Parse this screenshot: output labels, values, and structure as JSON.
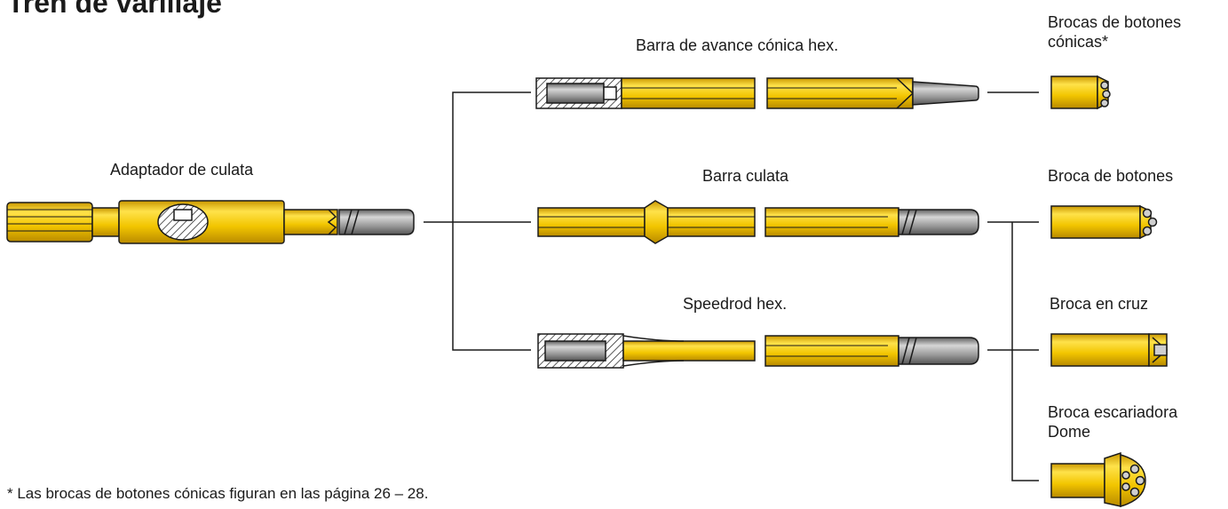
{
  "title": "Tren de varillaje",
  "components": {
    "shank_adapter": "Adaptador de culata",
    "rod_tapered_hex": "Barra de avance cónica hex.",
    "rod_shank": "Barra culata",
    "rod_speedrod": "Speedrod hex.",
    "bit_tapered_button_line1": "Brocas de botones",
    "bit_tapered_button_line2": "cónicas*",
    "bit_button": "Broca de botones",
    "bit_cross": "Broca en cruz",
    "bit_reaming_line1": "Broca escariadora",
    "bit_reaming_line2": "Dome"
  },
  "footnote": "* Las brocas de botones cónicas figuran en las página 26 – 28.",
  "colors": {
    "steel_yellow": "#f2c500",
    "steel_shade": "#d9a800",
    "thread_grey": "#9a9a9a",
    "thread_dark": "#6e6e6e",
    "outline": "#1a1a1a"
  }
}
